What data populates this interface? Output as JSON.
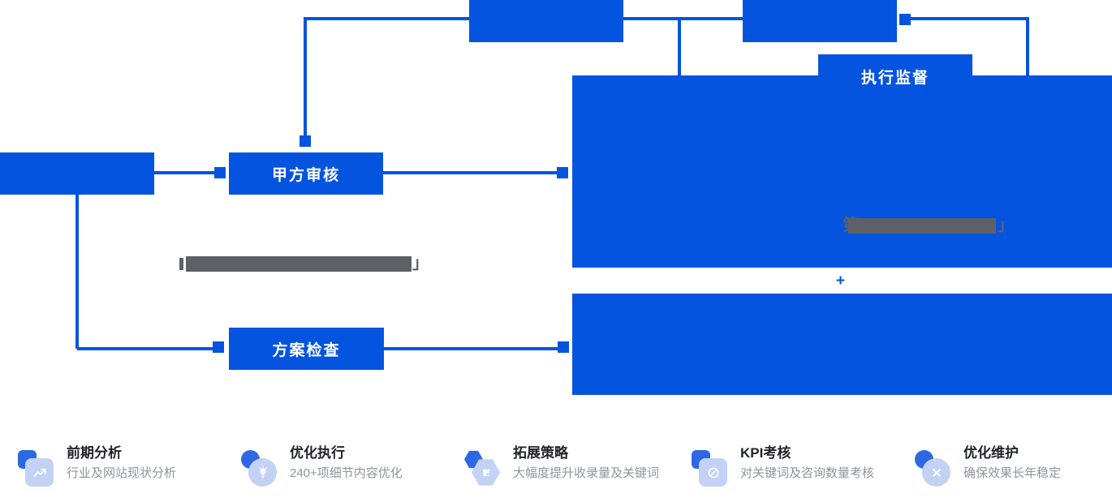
{
  "flowchart": {
    "boxes": {
      "exec_supervision": "执行监督",
      "party_a_review": "甲方审核",
      "plan_check": "方案检查"
    },
    "plus_sign": "+",
    "redacted_panel_text": {
      "prefix": "第",
      "suffix": "」"
    },
    "redacted_float_text": {
      "suffix": "」"
    }
  },
  "steps": [
    {
      "title": "前期分析",
      "desc": "行业及网站现状分析",
      "icon": "trend-chart-icon"
    },
    {
      "title": "优化执行",
      "desc": "240+项细节内容优化",
      "icon": "lightbulb-icon"
    },
    {
      "title": "拓展策略",
      "desc": "大幅度提升收录量及关键词",
      "icon": "strategy-rook-icon"
    },
    {
      "title": "KPI考核",
      "desc": "对关键词及咨询数量考核",
      "icon": "gauge-icon"
    },
    {
      "title": "优化维护",
      "desc": "确保效果长年稳定",
      "icon": "wrench-icon"
    }
  ],
  "colors": {
    "primary_blue": "#0554e0",
    "icon_back_blue": "#2d68e4",
    "icon_front_blue": "#c3d2f4",
    "redaction_gray": "#5d6165",
    "title_text": "#1f2329",
    "desc_text": "#8d939e"
  }
}
